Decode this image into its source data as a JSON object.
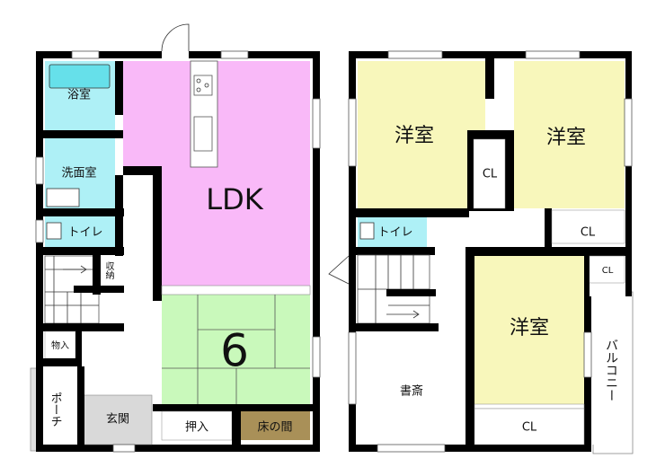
{
  "colors": {
    "wet_area": "#aef0f6",
    "ldk": "#f9b9f8",
    "tatami": "#c9f9bb",
    "tokonoma": "#a99058",
    "entrance": "#d9d9d9",
    "porch": "#e0e0e0",
    "western_room": "#f8f7bb"
  },
  "floor1": {
    "bath": "浴室",
    "washroom": "洗面室",
    "toilet": "トイレ",
    "storage": "収納",
    "ldk": "LDK",
    "tatami_room": "6",
    "closet": "物入",
    "porch": "ポーチ",
    "entrance": "玄関",
    "oshiire": "押入",
    "tokonoma": "床の間"
  },
  "floor2": {
    "room_a": "洋室",
    "room_b": "洋室",
    "room_c": "洋室",
    "cl_a": "CL",
    "cl_b": "CL",
    "cl_c": "CL",
    "cl_d": "CL",
    "toilet": "トイレ",
    "study": "書斎",
    "balcony": "バルコニー"
  }
}
